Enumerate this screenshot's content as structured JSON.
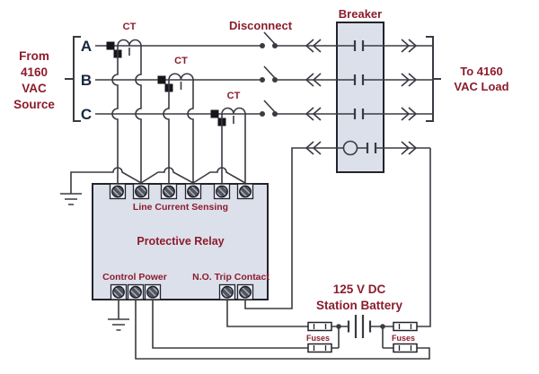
{
  "labels": {
    "source_lines": [
      "From",
      "4160",
      "VAC",
      "Source"
    ],
    "phases": [
      "A",
      "B",
      "C"
    ],
    "ct": "CT",
    "disconnect": "Disconnect",
    "breaker": "Breaker",
    "load_lines": [
      "To 4160",
      "VAC Load"
    ],
    "relay": {
      "sensing": "Line Current Sensing",
      "title": "Protective Relay",
      "control_power": "Control Power",
      "trip_contact": "N.O. Trip Contact"
    },
    "battery_lines": [
      "125 V DC",
      "Station Battery"
    ],
    "fuses": "Fuses"
  },
  "colors": {
    "label_red": "#8c1c2c",
    "phase_navy": "#17273f",
    "wire": "#3a3a42",
    "panel_fill": "#dce0eb",
    "panel_border": "#23232b",
    "background": "#ffffff"
  }
}
